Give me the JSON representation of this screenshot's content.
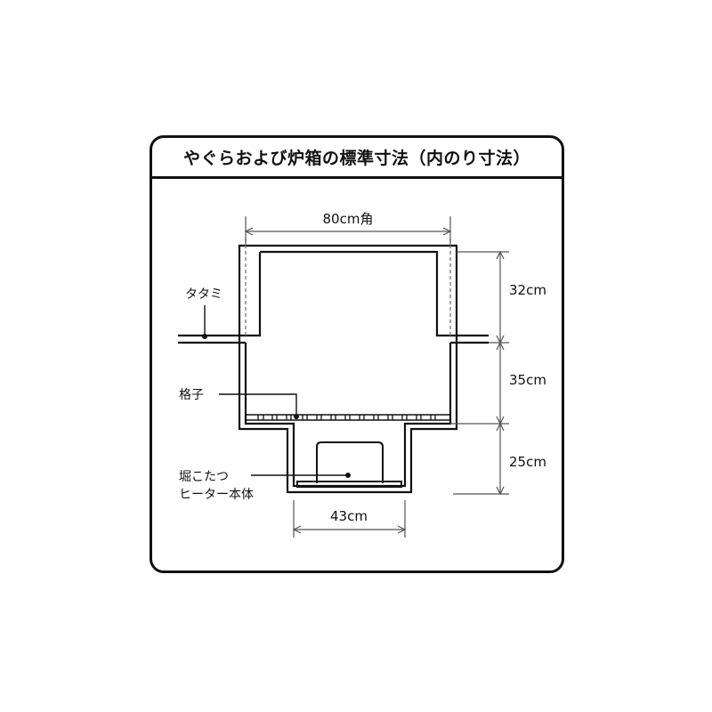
{
  "title": "やぐらおよび炉箱の標準寸法（内のり寸法）",
  "dimensions": {
    "top_width": "80cm角",
    "height_yagura": "32cm",
    "height_box": "35cm",
    "height_pit": "25cm",
    "bottom_width": "43cm"
  },
  "labels": {
    "tatami": "タタミ",
    "lattice": "格子",
    "heater_line1": "堀こたつ",
    "heater_line2": "ヒーター本体"
  },
  "colors": {
    "line": "#111111",
    "dimension_line": "#555555",
    "background": "#ffffff"
  }
}
